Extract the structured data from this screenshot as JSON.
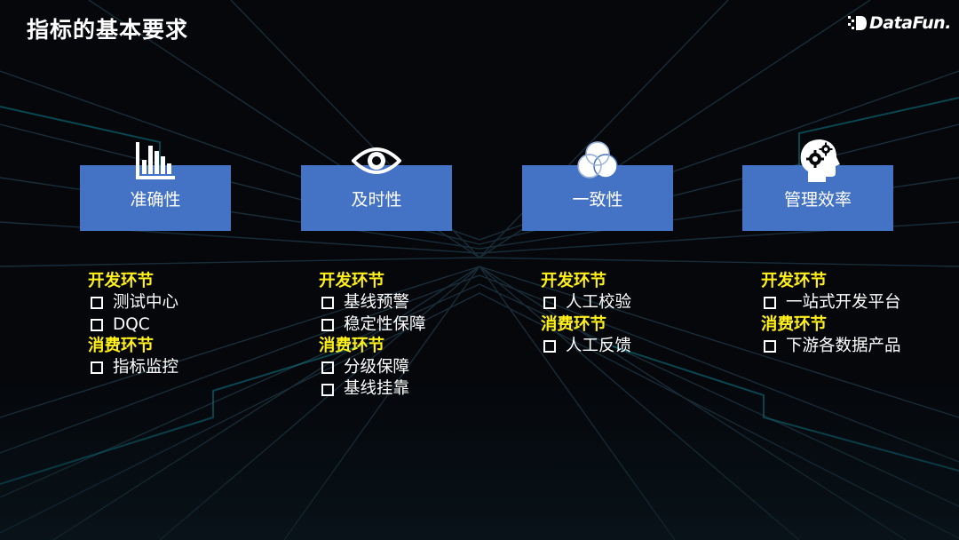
{
  "slide": {
    "title": "指标的基本要求"
  },
  "logo": {
    "text": "DataFun."
  },
  "cards": [
    {
      "label": "准确性",
      "icon": "bar-chart-icon"
    },
    {
      "label": "及时性",
      "icon": "eye-icon"
    },
    {
      "label": "一致性",
      "icon": "venn-diagram-icon"
    },
    {
      "label": "管理效率",
      "icon": "head-gears-icon"
    }
  ],
  "columns": [
    [
      {
        "type": "heading",
        "text": "开发环节"
      },
      {
        "type": "item",
        "text": "测试中心"
      },
      {
        "type": "item",
        "text": "DQC"
      },
      {
        "type": "heading",
        "text": "消费环节"
      },
      {
        "type": "item",
        "text": "指标监控"
      }
    ],
    [
      {
        "type": "heading",
        "text": "开发环节"
      },
      {
        "type": "item",
        "text": "基线预警"
      },
      {
        "type": "item",
        "text": "稳定性保障"
      },
      {
        "type": "heading",
        "text": "消费环节"
      },
      {
        "type": "item",
        "text": "分级保障"
      },
      {
        "type": "item",
        "text": "基线挂靠"
      }
    ],
    [
      {
        "type": "heading",
        "text": "开发环节"
      },
      {
        "type": "item",
        "text": "人工校验"
      },
      {
        "type": "heading",
        "text": "消费环节"
      },
      {
        "type": "item",
        "text": "人工反馈"
      }
    ],
    [
      {
        "type": "heading",
        "text": "开发环节"
      },
      {
        "type": "item",
        "text": "一站式开发平台"
      },
      {
        "type": "heading",
        "text": "消费环节"
      },
      {
        "type": "item",
        "text": "下游各数据产品"
      }
    ]
  ],
  "colors": {
    "card": "#4472c4",
    "section_heading": "#ffef1a",
    "background": "#05070b"
  }
}
